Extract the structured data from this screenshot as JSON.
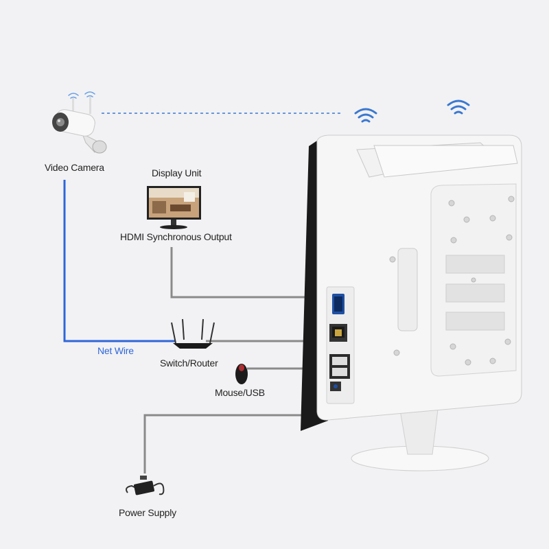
{
  "labels": {
    "video_camera": "Video Camera",
    "display_unit": "Display Unit",
    "hdmi_output": "HDMI Synchronous Output",
    "net_wire": "Net Wire",
    "switch_router": "Switch/Router",
    "mouse_usb": "Mouse/USB",
    "power_supply": "Power Supply"
  },
  "colors": {
    "background": "#f2f2f4",
    "net_wire": "#2f66d8",
    "cable": "#8a8a8a",
    "wifi": "#3a78d0",
    "device_body": "#ffffff"
  }
}
